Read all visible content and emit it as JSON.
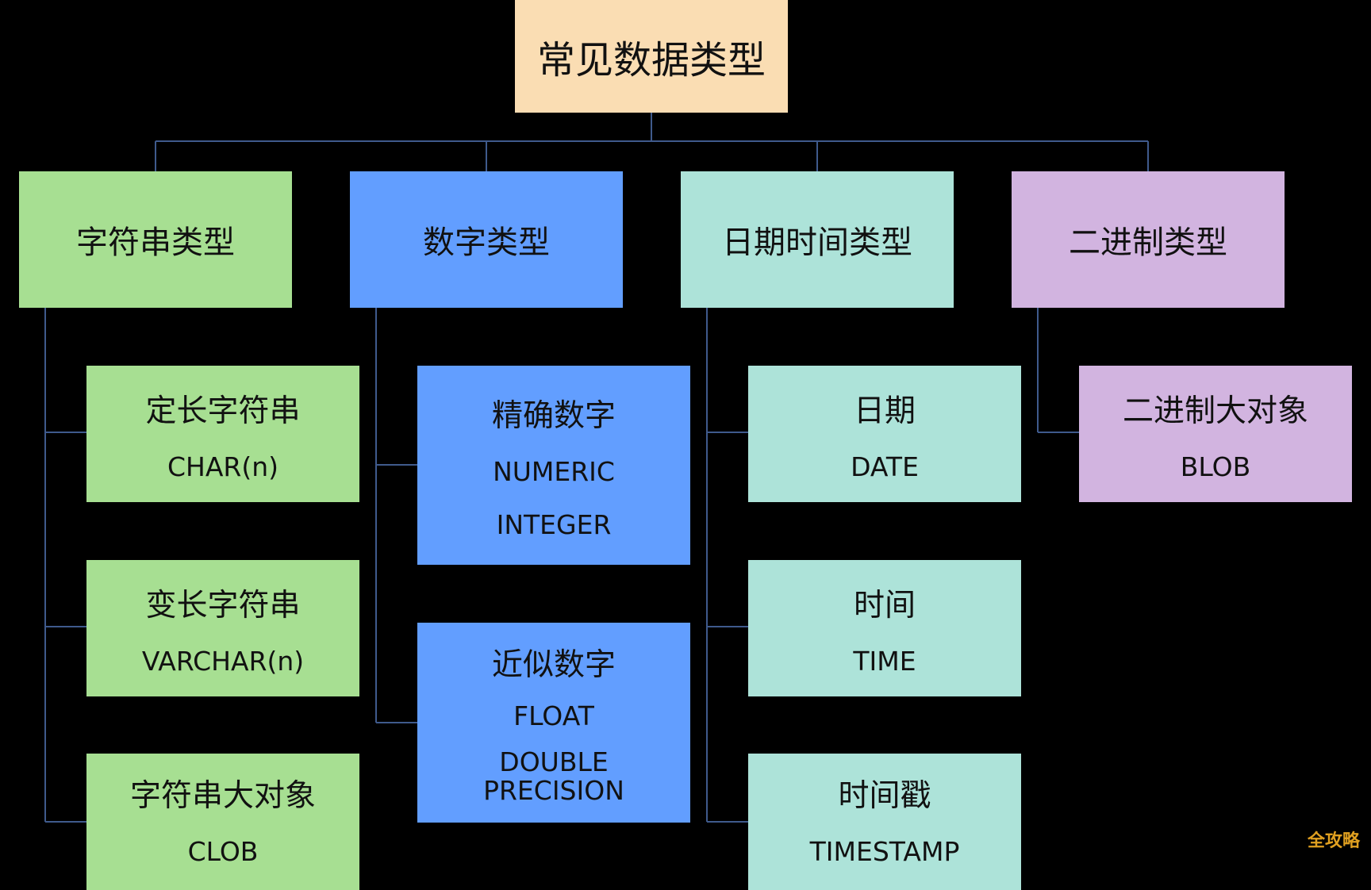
{
  "colors": {
    "background": "#000000",
    "root": "#FADDB3",
    "string": "#A7DF92",
    "numeric": "#629EFF",
    "datetime": "#ADE3D9",
    "binary": "#D2B4E0",
    "line": "#3F5A8C",
    "watermark": "#E0A020"
  },
  "diagram": {
    "root": {
      "label": "常见数据类型"
    },
    "categories": [
      {
        "label": "字符串类型",
        "color_key": "string",
        "children": [
          {
            "label": "定长字符串",
            "types": [
              "CHAR(n)"
            ]
          },
          {
            "label": "变长字符串",
            "types": [
              "VARCHAR(n)"
            ]
          },
          {
            "label": "字符串大对象",
            "types": [
              "CLOB"
            ]
          }
        ]
      },
      {
        "label": "数字类型",
        "color_key": "numeric",
        "children": [
          {
            "label": "精确数字",
            "types": [
              "NUMERIC",
              "INTEGER"
            ]
          },
          {
            "label": "近似数字",
            "types": [
              "FLOAT",
              "DOUBLE PRECISION"
            ]
          }
        ]
      },
      {
        "label": "日期时间类型",
        "color_key": "datetime",
        "children": [
          {
            "label": "日期",
            "types": [
              "DATE"
            ]
          },
          {
            "label": "时间",
            "types": [
              "TIME"
            ]
          },
          {
            "label": "时间戳",
            "types": [
              "TIMESTAMP"
            ]
          }
        ]
      },
      {
        "label": "二进制类型",
        "color_key": "binary",
        "children": [
          {
            "label": "二进制大对象",
            "types": [
              "BLOB"
            ]
          }
        ]
      }
    ]
  },
  "watermark": {
    "text": "全攻略"
  }
}
